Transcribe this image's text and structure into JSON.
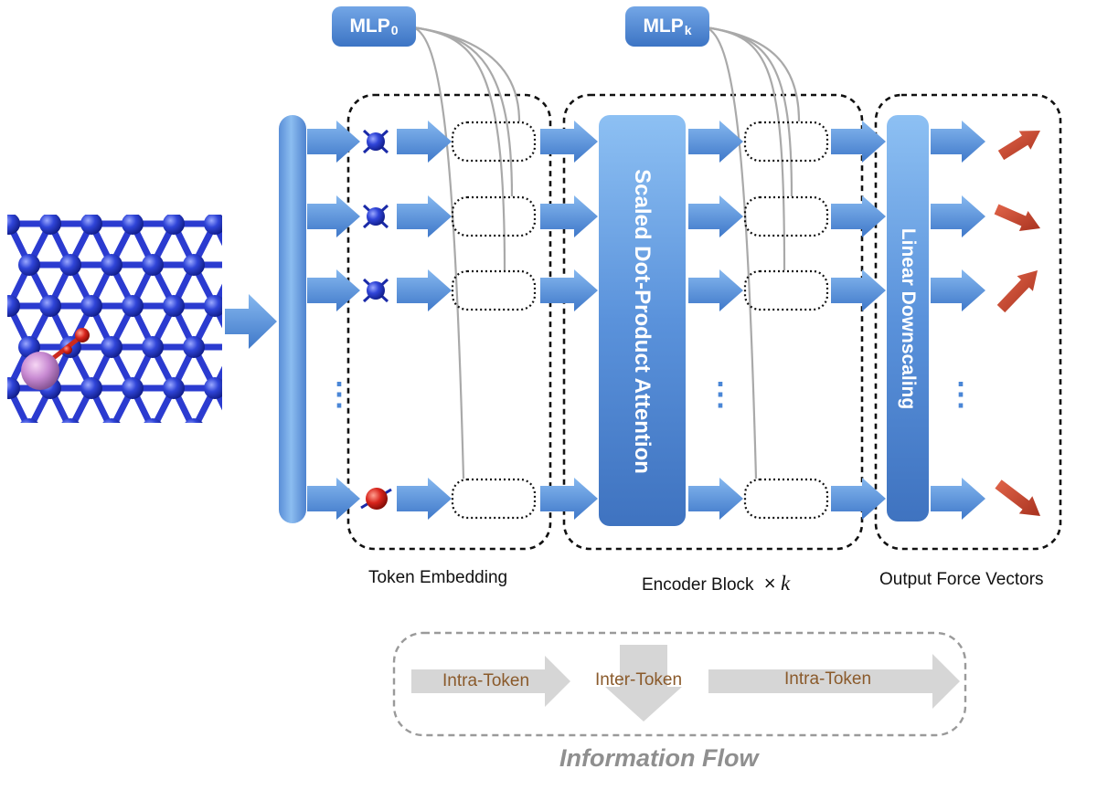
{
  "mlp_labels": [
    {
      "base": "MLP",
      "sub": "0"
    },
    {
      "base": "MLP",
      "sub": "k"
    }
  ],
  "blocks": {
    "attention": "Scaled Dot-Product Attention",
    "downscale": "Linear Downscaling"
  },
  "captions": {
    "token_embedding": "Token Embedding",
    "encoder_block": "Encoder Block",
    "encoder_times": "×",
    "encoder_k": "k",
    "output_vectors": "Output Force Vectors"
  },
  "information_flow": {
    "title": "Information Flow",
    "steps": [
      "Intra-Token",
      "Inter-Token",
      "Intra-Token"
    ]
  },
  "ellipsis": "⋮",
  "colors": {
    "arrow_blue": "#4a86d6",
    "atom_blue": "#2236c8",
    "atom_red": "#d8241c",
    "force_arrow": "#c0452d",
    "flow_arrow": "#d6d6d6",
    "dashed_border": "#111111"
  }
}
